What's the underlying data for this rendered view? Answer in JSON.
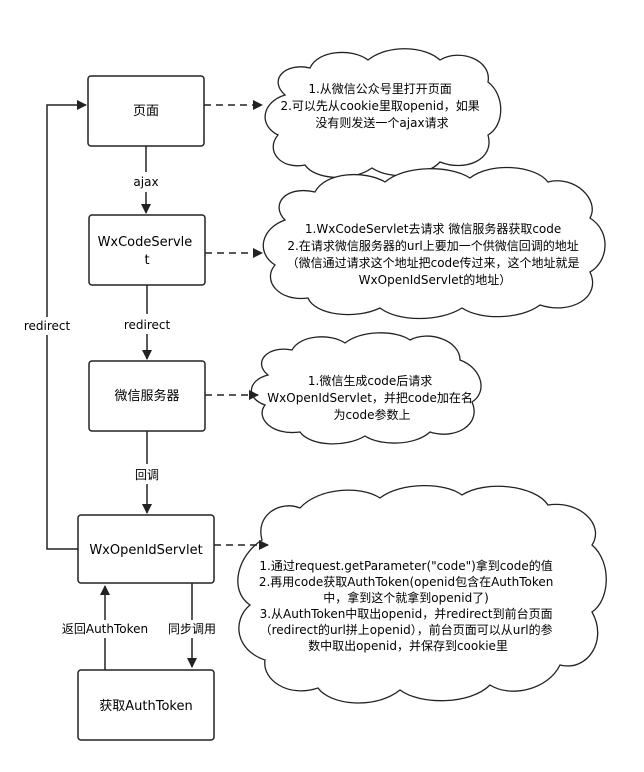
{
  "boxes": {
    "page": "页面",
    "wxcode_line1": "WxCodeServle",
    "wxcode_line2": "t",
    "wechat_server": "微信服务器",
    "wxopenid": "WxOpenIdServlet",
    "get_token": "获取AuthToken"
  },
  "labels": {
    "ajax": "ajax",
    "redirect_down": "redirect",
    "callback": "回调",
    "redirect_left": "redirect",
    "return_token": "返回AuthToken",
    "sync_call": "同步调用"
  },
  "clouds": {
    "cloud1": [
      "1.从微信公众号里打开页面",
      "2.可以先从cookie里取openid，如果",
      "没有则发送一个ajax请求"
    ],
    "cloud2": [
      "1.WxCodeServlet去请求 微信服务器获取code",
      "2.在请求微信服务器的url上要加一个供微信回调的地址",
      "（微信通过请求这个地址把code传过来，这个地址就是",
      "WxOpenIdServlet的地址）"
    ],
    "cloud3": [
      "1.微信生成code后请求",
      "WxOpenIdServlet，并把code加在名",
      "为code参数上"
    ],
    "cloud4": [
      "1.通过request.getParameter(\"code\")拿到code的值",
      "2.再用code获取AuthToken(openid包含在AuthToken",
      "中，拿到这个就拿到openid了)",
      "3.从AuthToken中取出openid，并redirect到前台页面",
      "（redirect的url拼上openid），前台页面可以从url的参",
      "数中取出openid，并保存到cookie里"
    ]
  }
}
